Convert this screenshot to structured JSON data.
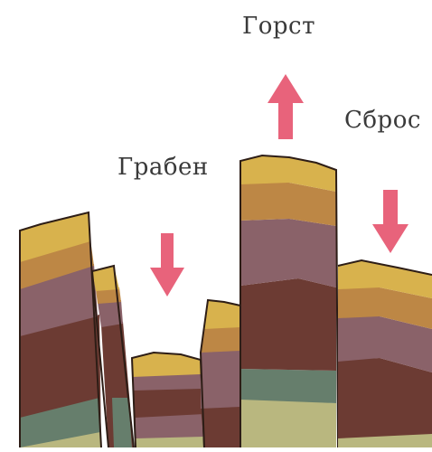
{
  "labels": {
    "horst": "Горст",
    "graben": "Грабен",
    "fault": "Сброс"
  },
  "colors": {
    "arrow": "#e8637b",
    "layer_top_yellow": "#d8b24d",
    "layer_ochre": "#bd8745",
    "layer_mauve": "#8a6269",
    "layer_brown": "#6c3b33",
    "layer_green": "#667e6c",
    "layer_pale": "#b9b77f",
    "outline": "#2d1d16"
  },
  "arrows": [
    {
      "target": "horst",
      "direction": "up"
    },
    {
      "target": "graben",
      "direction": "down"
    },
    {
      "target": "fault",
      "direction": "down"
    }
  ]
}
